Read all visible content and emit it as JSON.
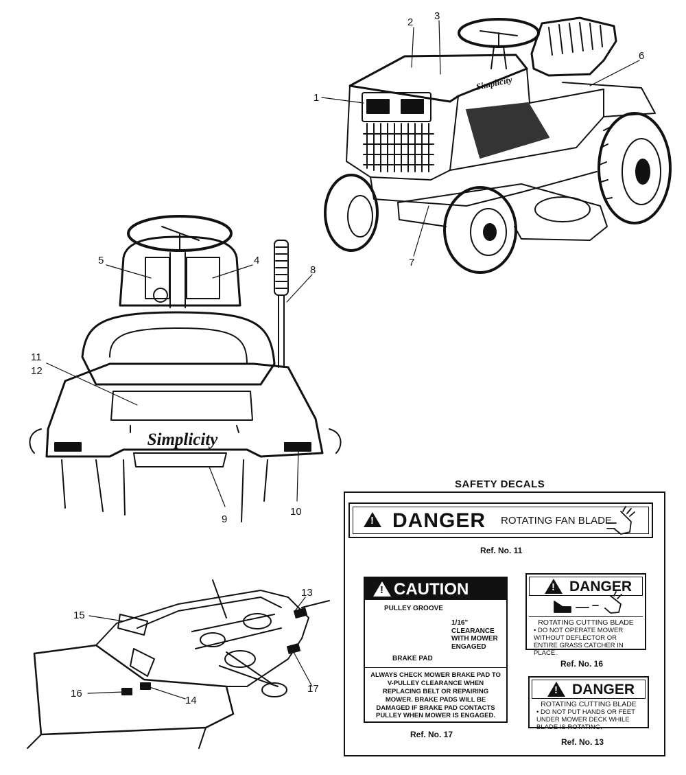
{
  "callouts": {
    "c1": "1",
    "c2": "2",
    "c3": "3",
    "c4": "4",
    "c5": "5",
    "c6": "6",
    "c7": "7",
    "c8": "8",
    "c9": "9",
    "c10": "10",
    "c11": "11",
    "c12": "12",
    "c13": "13",
    "c14": "14",
    "c15": "15",
    "c16": "16",
    "c17": "17"
  },
  "brand": "Simplicity",
  "section_title": "SAFETY DECALS",
  "decals": {
    "fan": {
      "signal": "DANGER",
      "text": "ROTATING FAN BLADE",
      "ref": "Ref. No. 11"
    },
    "brake": {
      "signal": "CAUTION",
      "groove": "PULLEY GROOVE",
      "clearance": "1/16\" CLEARANCE WITH MOWER ENGAGED",
      "pad": "BRAKE PAD",
      "body": "ALWAYS CHECK MOWER BRAKE PAD TO V-PULLEY CLEARANCE WHEN REPLACING BELT OR REPAIRING MOWER. BRAKE PADS WILL BE DAMAGED IF BRAKE PAD CONTACTS PULLEY WHEN MOWER IS ENGAGED.",
      "ref": "Ref. No. 17"
    },
    "blade16": {
      "signal": "DANGER",
      "title": "ROTATING CUTTING BLADE",
      "body": "• DO NOT OPERATE MOWER WITHOUT DEFLECTOR OR ENTIRE GRASS CATCHER IN PLACE.",
      "ref": "Ref. No. 16"
    },
    "blade13": {
      "signal": "DANGER",
      "title": "ROTATING CUTTING BLADE",
      "body": "• DO NOT PUT HANDS OR FEET UNDER MOWER DECK WHILE BLADE IS ROTATING.",
      "ref": "Ref. No. 13"
    }
  },
  "colors": {
    "ink": "#111111",
    "paper": "#ffffff"
  }
}
